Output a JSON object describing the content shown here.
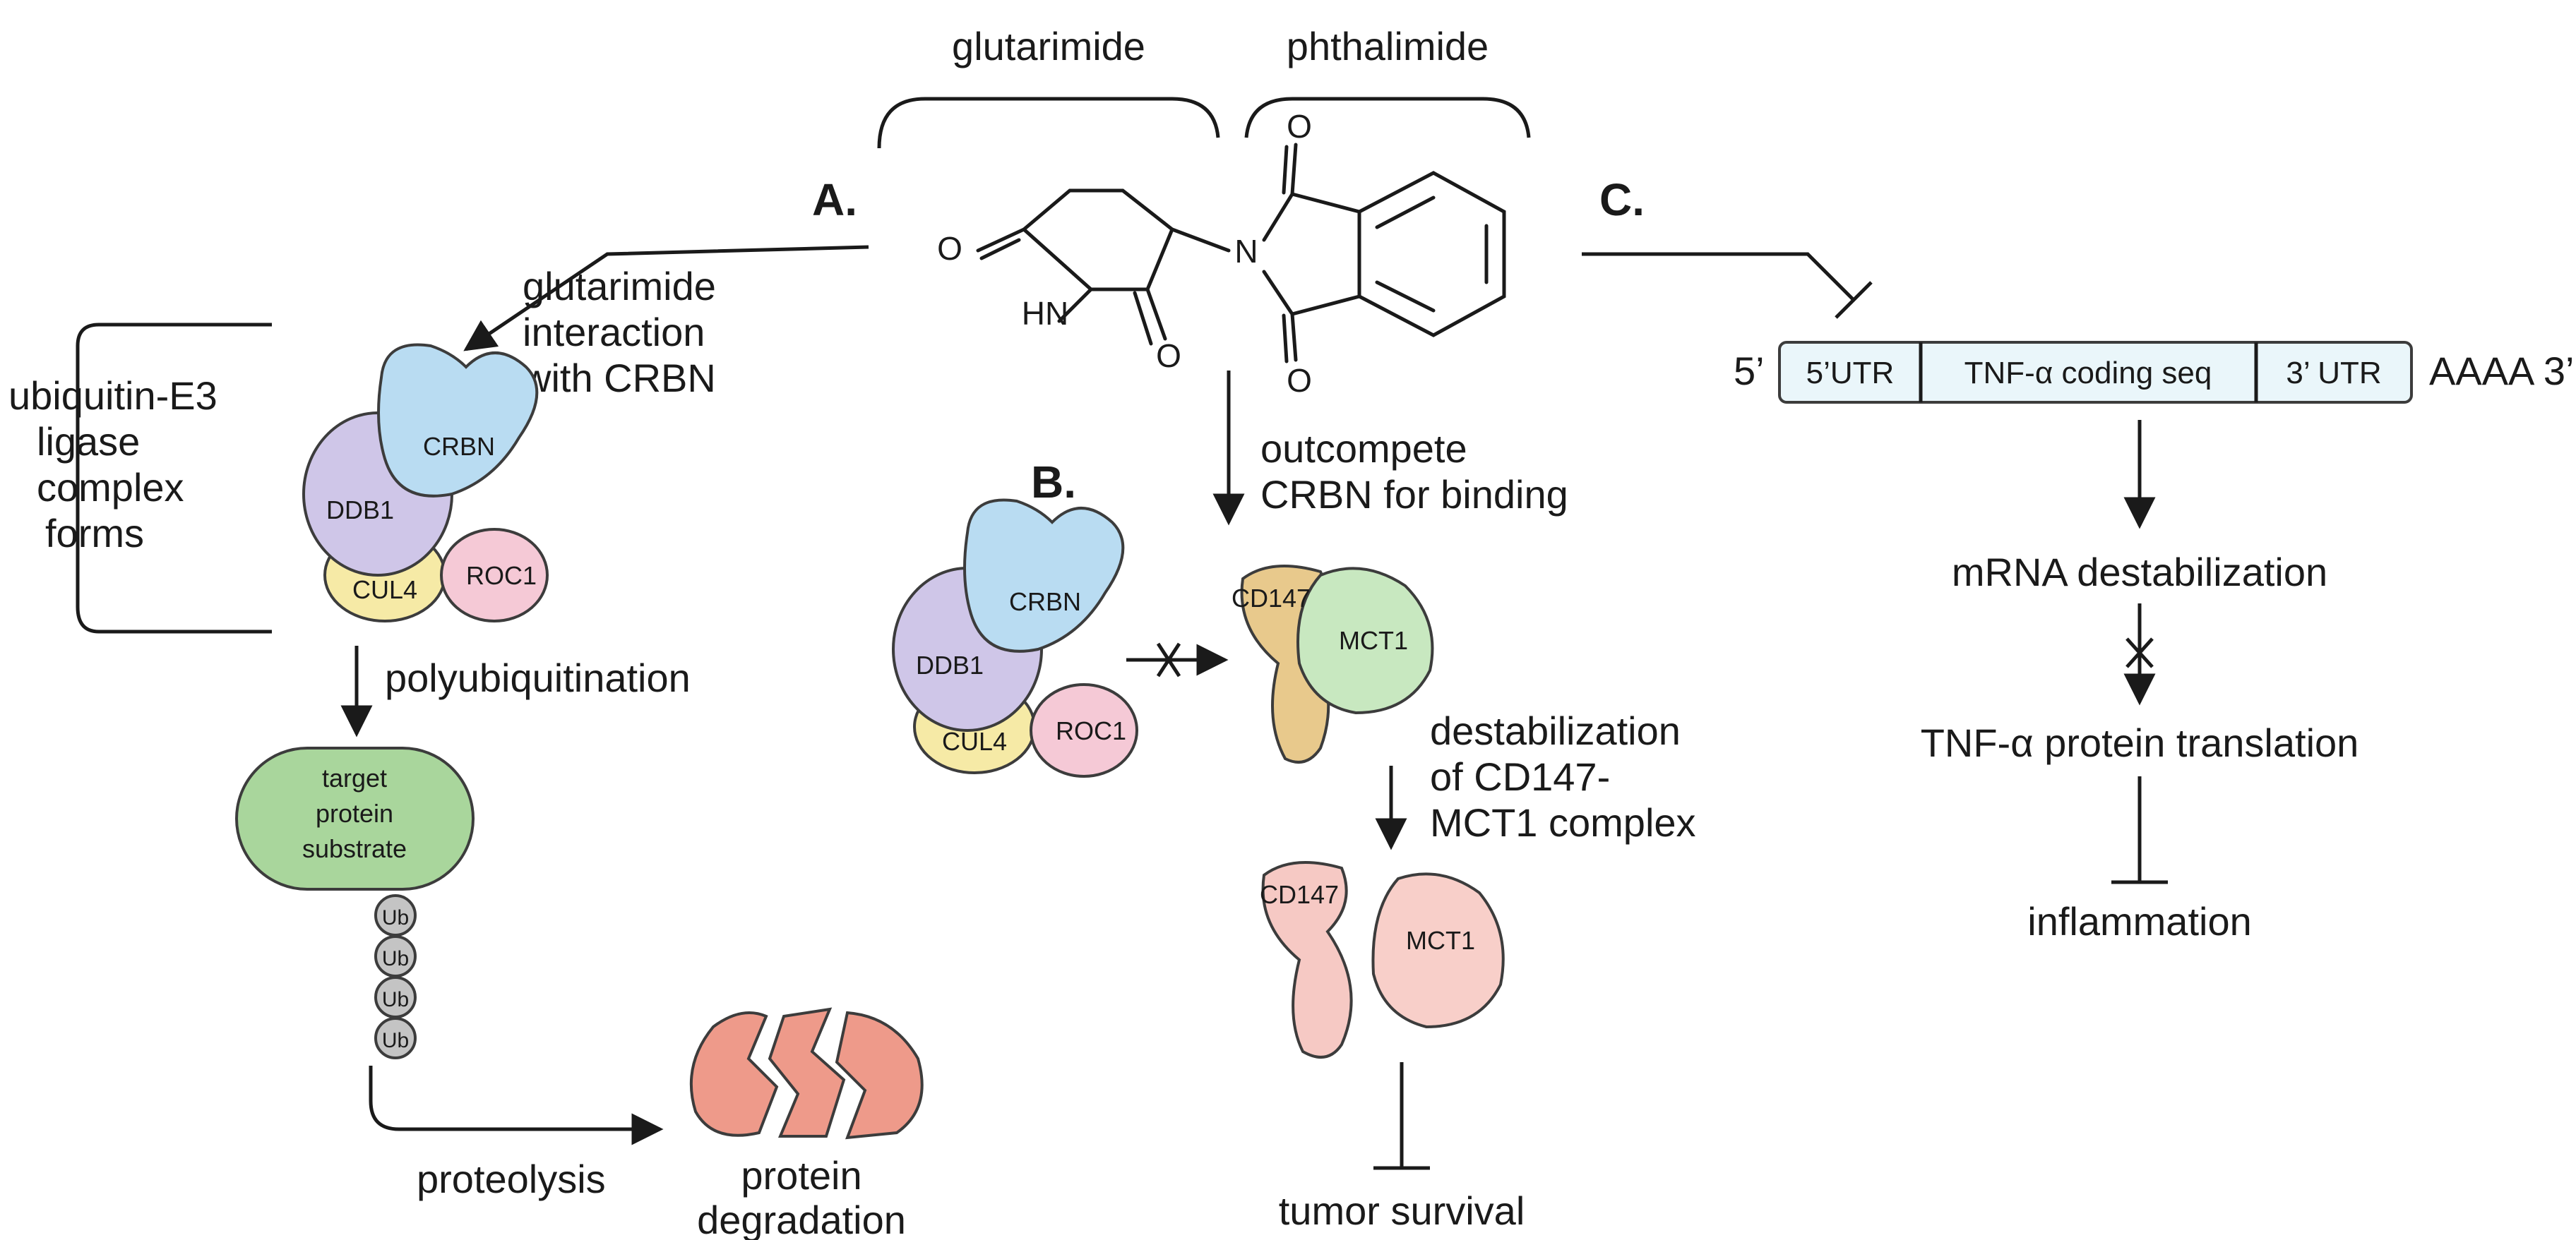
{
  "panels": {
    "a": "A.",
    "b": "B.",
    "c": "C."
  },
  "molecule": {
    "glutarimide": "glutarimide",
    "phthalimide": "phthalimide",
    "atoms": {
      "o1": "O",
      "o2": "O",
      "o3": "O",
      "o4": "O",
      "nh": "HN",
      "n": "N"
    }
  },
  "panel_a": {
    "glutarimide_interaction": [
      "glutarimide",
      "interaction",
      "with CRBN"
    ],
    "complex_forms": [
      "ubiquitin-E3",
      "ligase",
      "complex",
      "forms"
    ],
    "proteins": {
      "crbn": "CRBN",
      "ddb1": "DDB1",
      "cul4": "CUL4",
      "roc1": "ROC1"
    },
    "polyubiquitination": "polyubiquitination",
    "substrate": [
      "target",
      "protein",
      "substrate"
    ],
    "ub": [
      "Ub",
      "Ub",
      "Ub",
      "Ub"
    ],
    "proteolysis": "proteolysis",
    "degradation": [
      "protein",
      "degradation"
    ]
  },
  "panel_b": {
    "outcompete": [
      "outcompete",
      "CRBN for binding"
    ],
    "proteins": {
      "crbn": "CRBN",
      "ddb1": "DDB1",
      "cul4": "CUL4",
      "roc1": "ROC1"
    },
    "cd147": "CD147",
    "mct1": "MCT1",
    "destabilization": [
      "destabilization",
      "of CD147-",
      "MCT1 complex"
    ],
    "cd147_b": "CD147",
    "mct1_b": "MCT1",
    "tumor": "tumor survival"
  },
  "panel_c": {
    "five_prime": "5’",
    "utr5": "5’UTR",
    "coding": "TNF-α coding seq",
    "utr3": "3’ UTR",
    "poly_a": "AAAA 3’",
    "mrna": "mRNA destabilization",
    "translation": "TNF-α protein translation",
    "inflammation": "inflammation"
  },
  "colors": {
    "crbn": "#b9dcf2",
    "ddb1": "#cfc6e8",
    "cul4": "#f6eaa6",
    "roc1": "#f5c9d6",
    "substrate": "#a9d69c",
    "ub": "#c4c4c4",
    "cd147": "#e8c98c",
    "mct1": "#c8e8c0",
    "cd147_b": "#f6c9c4",
    "mct1_b": "#f8cfc9",
    "degraded": "#ee9a8a",
    "utr": "#eaf6fa"
  }
}
